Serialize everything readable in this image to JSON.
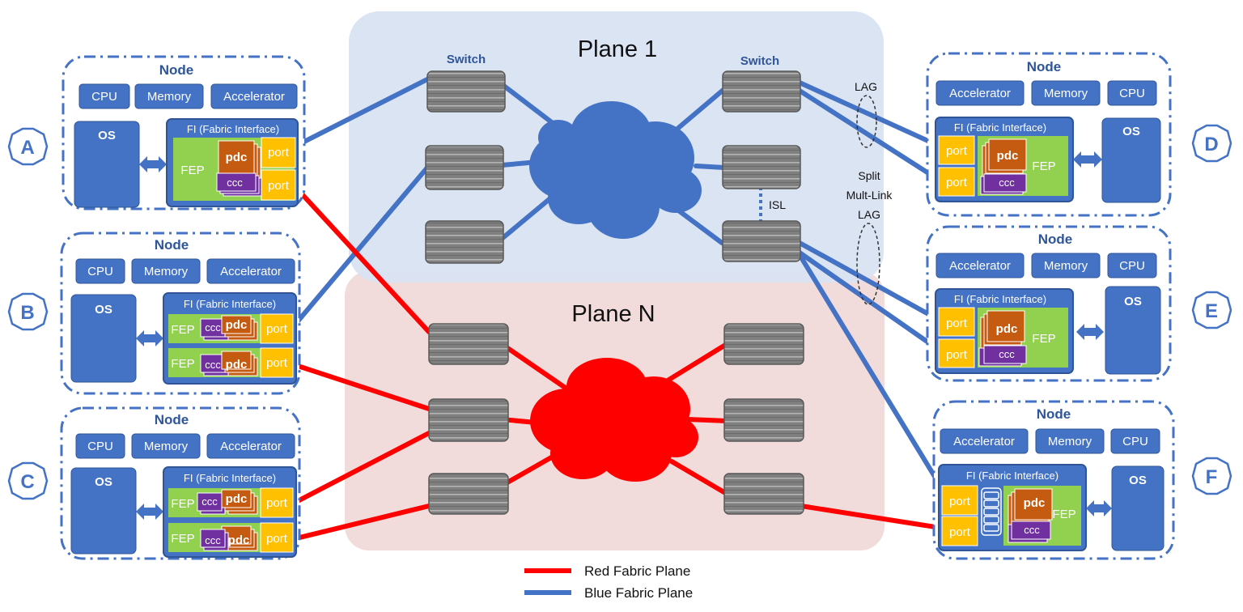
{
  "planes": [
    {
      "title": "Plane 1",
      "fabric": "blue"
    },
    {
      "title": "Plane N",
      "fabric": "red"
    }
  ],
  "switch_headings": [
    "Switch",
    "Switch"
  ],
  "isl_label": "ISL",
  "lag_label": "LAG",
  "split_lag_label": [
    "Split",
    "Mult-Link",
    "LAG"
  ],
  "nodes": [
    {
      "letter": "A",
      "title": "Node",
      "resources": [
        "CPU",
        "Memory",
        "Accelerator"
      ],
      "os": "OS",
      "fi": "FI (Fabric Interface)",
      "fep": "FEP",
      "pdc": "pdc",
      "ccc": "ccc",
      "ports": [
        "port",
        "port"
      ]
    },
    {
      "letter": "B",
      "title": "Node",
      "resources": [
        "CPU",
        "Memory",
        "Accelerator"
      ],
      "os": "OS",
      "fi": "FI (Fabric Interface)",
      "fep": "FEP",
      "pdc": "pdc",
      "ccc": "ccc",
      "ports": [
        "port",
        "port"
      ]
    },
    {
      "letter": "C",
      "title": "Node",
      "resources": [
        "CPU",
        "Memory",
        "Accelerator"
      ],
      "os": "OS",
      "fi": "FI (Fabric Interface)",
      "fep": "FEP",
      "pdc": "pdc",
      "ccc": "ccc",
      "ports": [
        "port",
        "port"
      ]
    },
    {
      "letter": "D",
      "title": "Node",
      "resources": [
        "Accelerator",
        "Memory",
        "CPU"
      ],
      "os": "OS",
      "fi": "FI (Fabric Interface)",
      "fep": "FEP",
      "pdc": "pdc",
      "ccc": "ccc",
      "ports": [
        "port",
        "port"
      ]
    },
    {
      "letter": "E",
      "title": "Node",
      "resources": [
        "Accelerator",
        "Memory",
        "CPU"
      ],
      "os": "OS",
      "fi": "FI (Fabric Interface)",
      "fep": "FEP",
      "pdc": "pdc",
      "ccc": "ccc",
      "ports": [
        "port",
        "port"
      ]
    },
    {
      "letter": "F",
      "title": "Node",
      "resources": [
        "Accelerator",
        "Memory",
        "CPU"
      ],
      "os": "OS",
      "fi": "FI (Fabric Interface)",
      "fep": "FEP",
      "pdc": "pdc",
      "ccc": "ccc",
      "ports": [
        "port",
        "port"
      ]
    }
  ],
  "legend": [
    {
      "label": "Red Fabric Plane",
      "color": "#ff0000"
    },
    {
      "label": "Blue Fabric Plane",
      "color": "#4472c4"
    }
  ],
  "colors": {
    "blue_fabric": "#4472c4",
    "red_fabric": "#ff0000",
    "plane1_bg": "#dae3f3",
    "planeN_bg": "#f2dcdb",
    "fep": "#92d050",
    "port": "#ffc000",
    "pdc": "#c55a11",
    "ccc": "#7030a0",
    "switch": "#7f7f7f"
  }
}
